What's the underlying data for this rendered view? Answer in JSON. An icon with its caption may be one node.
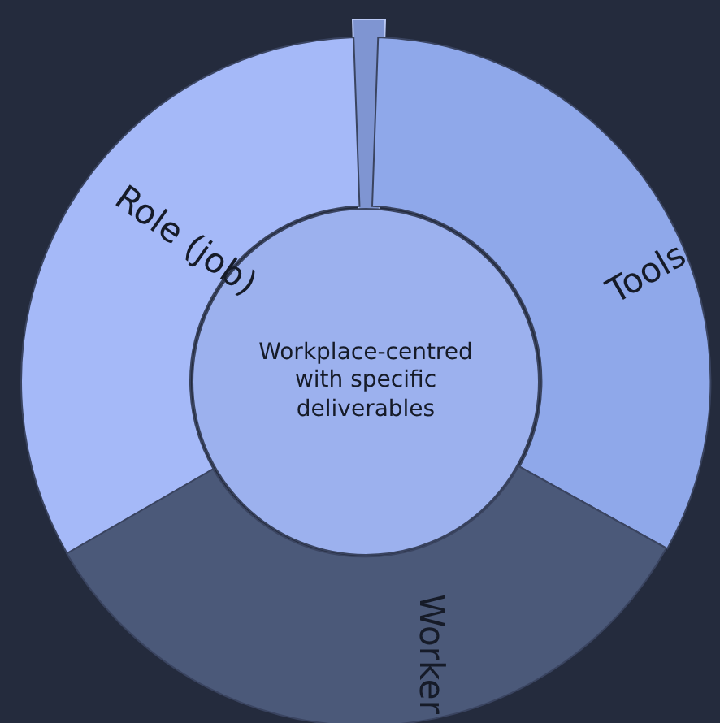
{
  "diagram": {
    "nodes": [
      {
        "text": [
          "Role (job)"
        ]
      },
      {
        "text": [
          "Tools"
        ]
      },
      {
        "text": [
          "Worker"
        ]
      },
      {
        "text": [
          "Workplace-centred with specific deliverables"
        ]
      },
      {
        "text": [],
        "shape": "bar"
      }
    ]
  }
}
